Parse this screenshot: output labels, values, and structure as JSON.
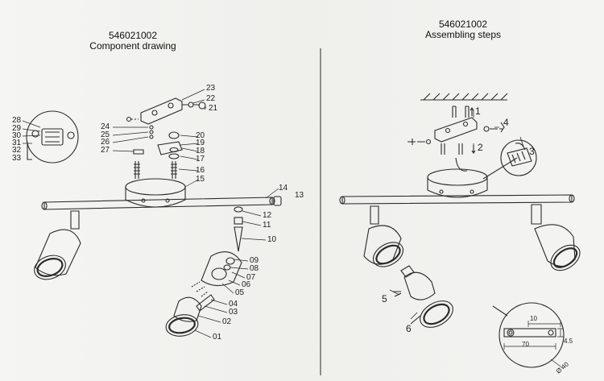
{
  "left_panel": {
    "model_number": "546021002",
    "heading": "Component drawing",
    "part_labels": [
      "01",
      "02",
      "03",
      "04",
      "05",
      "06",
      "07",
      "08",
      "09",
      "10",
      "11",
      "12",
      "13",
      "14",
      "15",
      "16",
      "17",
      "18",
      "19",
      "20",
      "21",
      "22",
      "23",
      "24",
      "25",
      "26",
      "27",
      "28",
      "29",
      "30",
      "31",
      "32",
      "33"
    ]
  },
  "right_panel": {
    "model_number": "546021002",
    "heading": "Assembling steps",
    "step_labels": [
      "1",
      "2",
      "3",
      "4",
      "5",
      "6"
    ],
    "dimensions": [
      "10",
      "70",
      "4.5"
    ],
    "detail_label": "Ø 40"
  },
  "colors": {
    "line": "#2a2a2a",
    "paper": "#f3f3f1"
  }
}
